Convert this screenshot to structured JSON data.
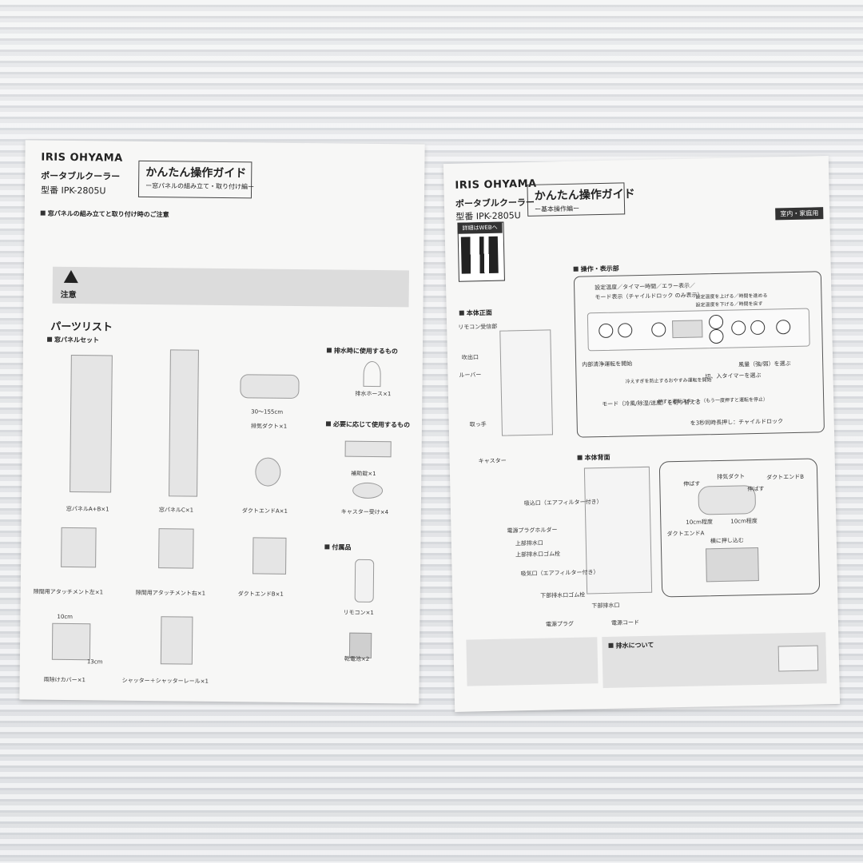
{
  "left_sheet": {
    "brand": "IRIS OHYAMA",
    "product": "ポータブルクーラー",
    "model": "型番 IPK-2805U",
    "guide_title": "かんたん操作ガイド",
    "guide_sub": "ー窓パネルの組み立て・取り付け編ー",
    "section_heading": "窓パネルの組み立てと取り付け時のご注意",
    "caution_label": "注意",
    "parts_title": "パーツリスト",
    "set_heading": "窓パネルセット",
    "drain_heading": "排水時に使用するもの",
    "optional_heading": "必要に応じて使用するもの",
    "accessory_heading": "付属品",
    "parts": {
      "panel_ab": "窓パネルA+B×1",
      "panel_c": "窓パネルC×1",
      "duct": "排気ダクト×1",
      "duct_size": "30～155cm",
      "duct_end_a": "ダクトエンドA×1",
      "drain_hose": "排水ホース×1",
      "aux_lock": "補助錠×1",
      "caster_base": "キャスター受け×4",
      "attach_left": "隙間用アタッチメント左×1",
      "attach_right": "隙間用アタッチメント右×1",
      "duct_end_b": "ダクトエンドB×1",
      "remote": "リモコン×1",
      "rain_cover": "雨除けカバー×1",
      "rain_w": "10cm",
      "rain_h": "13cm",
      "shutter": "シャッター＋シャッターレール×1",
      "battery": "乾電池×2"
    }
  },
  "right_sheet": {
    "brand": "IRIS OHYAMA",
    "product": "ポータブルクーラー",
    "model": "型番 IPK-2805U",
    "guide_title": "かんたん操作ガイド",
    "guide_sub": "ー基本操作編ー",
    "qr_label": "詳細はWEBへ",
    "indoor_tag": "室内・家庭用",
    "front_heading": "本体正面",
    "panel_heading": "操作・表示部",
    "back_heading": "本体背面",
    "front_labels": {
      "remote_rx": "リモコン受信部",
      "outlet": "吹出口",
      "louver": "ルーバー",
      "handle": "取っ手",
      "caster": "キャスター"
    },
    "panel_labels": {
      "display": "設定温度／タイマー時間／エラー表示／",
      "mode_display": "モード表示（チャイルドロック のみ表示）",
      "temp_up": "設定温度を上げる／時間を進める",
      "temp_down": "設定温度を下げる／時間を戻す",
      "inner_clean": "内部清浄運転を開始",
      "sleep": "冷えすぎを防止するおやすみ運転を開始",
      "mode_switch": "モード（冷風/除湿/送風）を切り替える",
      "fan": "風量（強/弱）を選ぶ",
      "timer": "切、入タイマーを選ぶ",
      "power": "押すと運転スタート（もう一度押すと運転を停止）",
      "child_lock": "を3秒同時長押し：チャイルドロック"
    },
    "back_labels": {
      "intake_top": "吸込口（エアフィルター付き）",
      "plug_holder": "電源プラグホルダー",
      "upper_drain": "上部排水口",
      "upper_plug": "上部排水口ゴム栓",
      "intake_bottom": "吸気口（エアフィルター付き）",
      "lower_plug": "下部排水口ゴム栓",
      "lower_drain": "下部排水口",
      "plug": "電源プラグ",
      "cord": "電源コード"
    },
    "duct_labels": {
      "duct": "排気ダクト",
      "stretch": "伸ばす",
      "end_b": "ダクトエンドB",
      "end_a": "ダクトエンドA",
      "len1": "10cm程度",
      "len2": "10cm程度",
      "insert": "横に押し込む"
    },
    "drain_note": "排水について"
  }
}
